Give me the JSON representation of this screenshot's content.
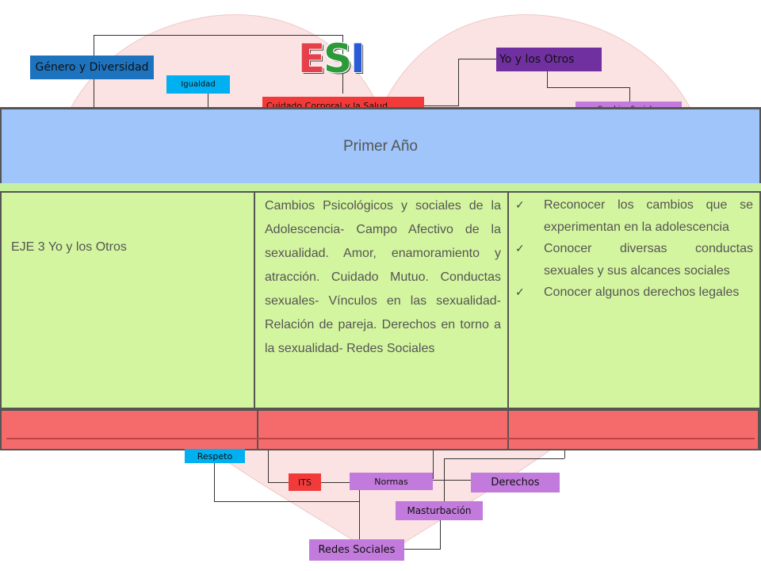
{
  "logo": {
    "letters": [
      "E",
      "S",
      "I"
    ],
    "colors": [
      "#e8404a",
      "#2d9a3a",
      "#2a5bd7"
    ]
  },
  "concept_map": {
    "genero": "Género y Diversidad",
    "igualdad": "Igualdad",
    "yo_otros": "Yo y los Otros",
    "cuidado": "Cuidado Corporal y la Salud",
    "cambios_pill": "Cambios Sociales",
    "respeto": "Respeto",
    "its": "ITS",
    "normas": "Normas",
    "derechos": "Derechos",
    "masturbacion": "Masturbación",
    "redes": "Redes Sociales"
  },
  "colors": {
    "dark_blue": "#1e73be",
    "cyan": "#00b0f0",
    "purple": "#7030a0",
    "violet": "#c27bdc",
    "red": "#f23a3a",
    "heart": "#fbe3e3",
    "banner": "#9fc5fb",
    "row": "#d4f59f",
    "red_row": "#f56b6b"
  },
  "table": {
    "header": "Primer Año",
    "eje": "EJE 3 Yo y los Otros",
    "contenidos": "Cambios Psicológicos y sociales de la Adolescencia- Campo Afectivo de la sexualidad. Amor, enamoramiento y atracción. Cuidado Mutuo. Conductas sexuales- Vínculos en las sexualidad- Relación de pareja. Derechos en torno a la sexualidad- Redes Sociales",
    "objetivos": [
      "Reconocer los cambios que se experimentan en la adolescencia",
      "Conocer diversas conductas sexuales y sus alcances sociales",
      "Conocer algunos derechos legales"
    ],
    "check_glyph": "✓"
  }
}
